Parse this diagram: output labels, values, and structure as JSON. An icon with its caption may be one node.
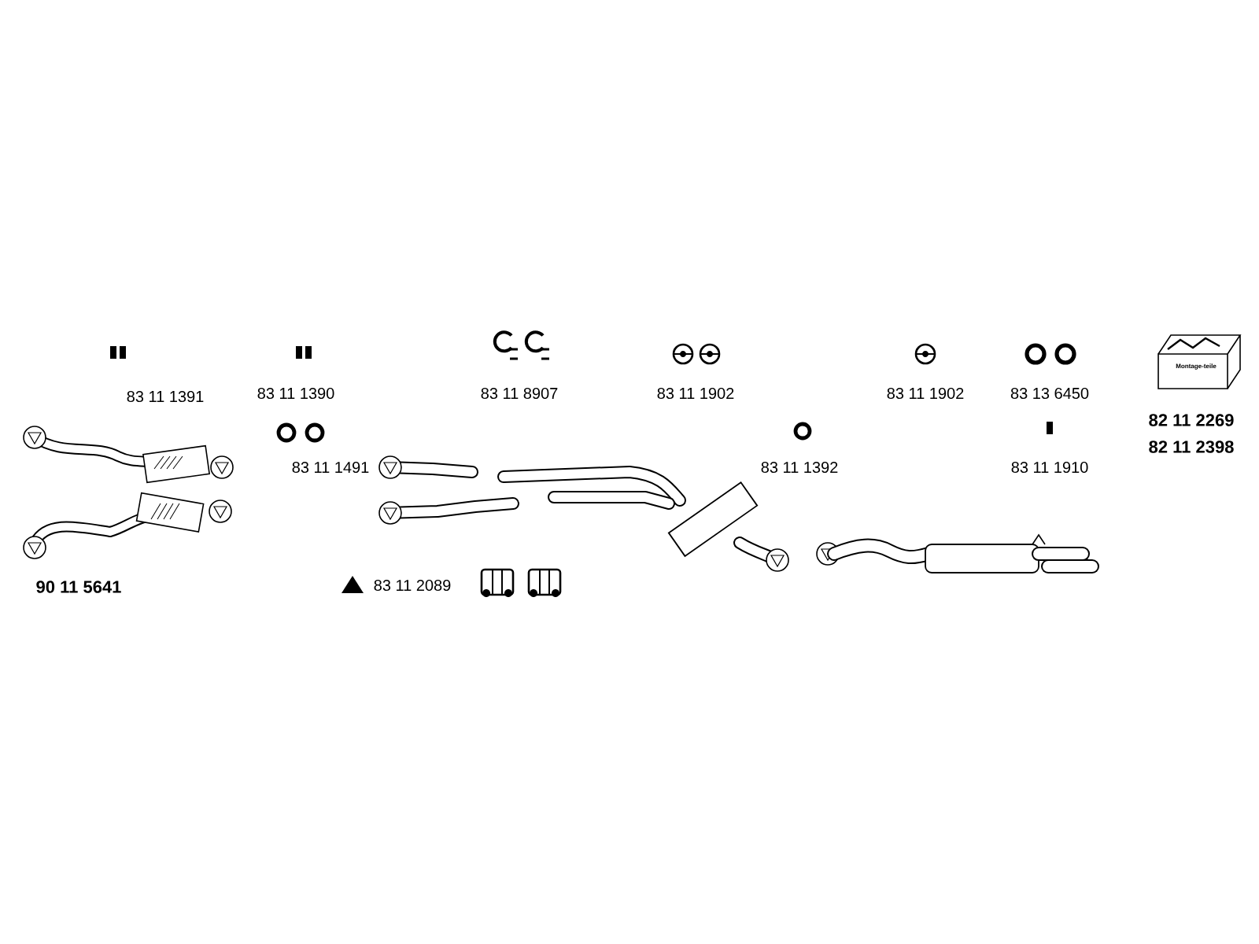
{
  "diagram": {
    "labels": [
      "83 11 1391",
      "83 11 1390",
      "83 11 8907",
      "83 11 1902",
      "83 11 1902",
      "83 13 6450",
      "Montage-teile",
      "82 11 2269",
      "82 11 2398",
      "83 11 1491",
      "83 11 1392",
      "83 11 1910",
      "90 11 5641",
      "83 11 2089"
    ]
  }
}
